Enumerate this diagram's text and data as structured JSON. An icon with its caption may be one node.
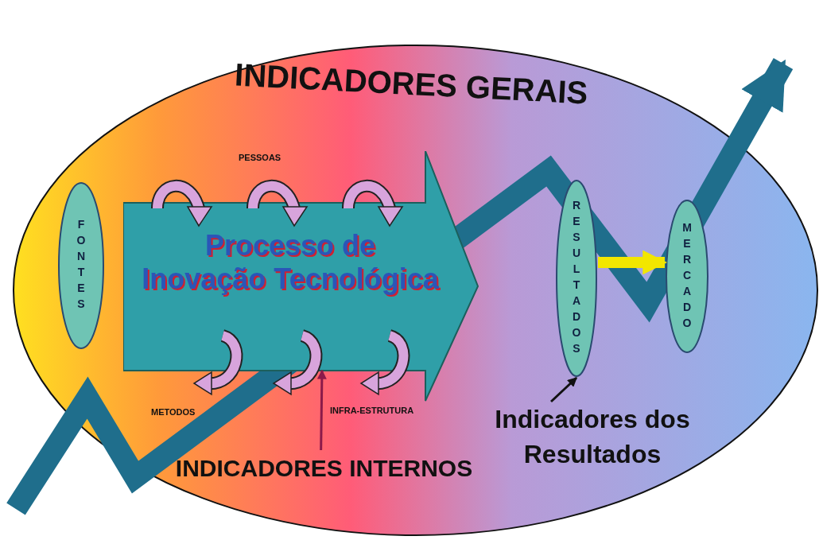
{
  "diagram": {
    "nodes": [
      {
        "text": [
          "INDICADORES GERAIS"
        ]
      },
      {
        "text": [
          "FONTES"
        ],
        "in": 0
      },
      {
        "text": [
          "Processo de Inovação Tecnológica"
        ],
        "in": 0
      },
      {
        "text": [
          "RESULTADOS"
        ],
        "in": 0
      },
      {
        "text": [
          "MERCADO"
        ],
        "in": 0
      },
      {
        "text": [
          "INDICADORES INTERNOS"
        ],
        "in": 0
      },
      {
        "text": [
          "Indicadores dos Resultados"
        ],
        "in": 0
      }
    ],
    "edges": [
      {
        "from": 3,
        "to": 4,
        "arrow": "to",
        "style": "thick",
        "color": "#f2e600"
      },
      {
        "from": 5,
        "to": 2,
        "arrow": "to",
        "color": "#8b1a4a"
      },
      {
        "from": 6,
        "to": 3,
        "arrow": "to",
        "color": "#111111"
      }
    ],
    "labels": [
      "PESSOAS",
      "METODOS",
      "INFRA-ESTRUTURA"
    ]
  }
}
